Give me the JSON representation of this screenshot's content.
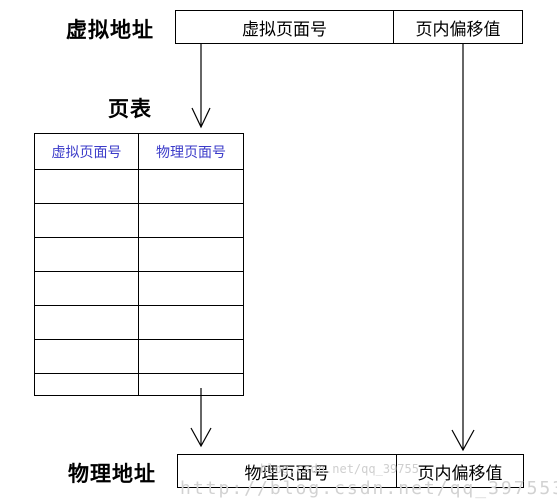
{
  "virtual_address": {
    "label": "虚拟地址",
    "fields": [
      "虚拟页面号",
      "页内偏移值"
    ]
  },
  "page_table": {
    "label": "页表",
    "headers": [
      "虚拟页面号",
      "物理页面号"
    ],
    "row_count": 7
  },
  "physical_address": {
    "label": "物理地址",
    "fields": [
      "物理页面号",
      "页内偏移值"
    ]
  },
  "watermark": {
    "small": "blog.csdn.net/qq_39755",
    "large": "http://blog.csdn.net/qq_397553"
  }
}
